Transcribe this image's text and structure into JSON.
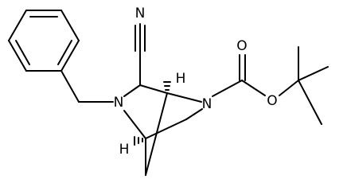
{
  "molecule": {
    "labels": {
      "n_cyano": "N",
      "n_ring_left": "N",
      "n_ring_right": "N",
      "o_carbonyl": "O",
      "o_ester": "O",
      "h_top": "H",
      "h_bottom": "H"
    },
    "colors": {
      "ink": "#000000",
      "background": "#ffffff"
    }
  }
}
